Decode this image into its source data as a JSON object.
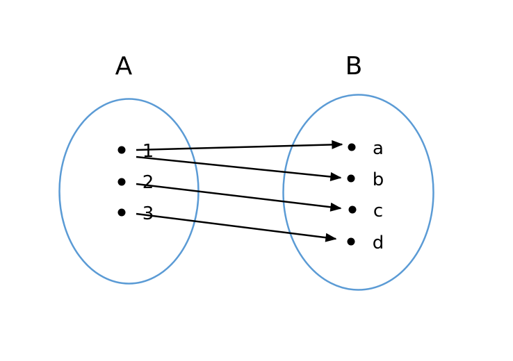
{
  "diagram": {
    "type": "function-mapping",
    "sets": [
      {
        "id": "A",
        "label": "A",
        "elements": [
          "1",
          "2",
          "3"
        ]
      },
      {
        "id": "B",
        "label": "B",
        "elements": [
          "a",
          "b",
          "c",
          "d"
        ]
      }
    ],
    "mappings": [
      {
        "from": "1",
        "to": "a"
      },
      {
        "from": "1",
        "to": "b"
      },
      {
        "from": "2",
        "to": "c"
      },
      {
        "from": "3",
        "to": "d"
      }
    ],
    "colors": {
      "ellipse": "#5B9BD5",
      "ink": "#000000"
    }
  }
}
